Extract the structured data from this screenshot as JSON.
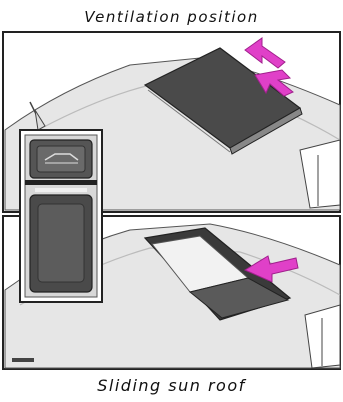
{
  "captions": {
    "top": "Ventilation position",
    "bottom": "Sliding sun roof"
  },
  "figure": {
    "panels": [
      "ventilation-position-illustration",
      "sliding-sunroof-illustration"
    ],
    "inset": "sunroof-control-switch",
    "arrow_color": "#e040c8",
    "roof_color": "#e6e6e6",
    "glass_color": "#4a4a4a",
    "panel_border_color": "#222222"
  }
}
